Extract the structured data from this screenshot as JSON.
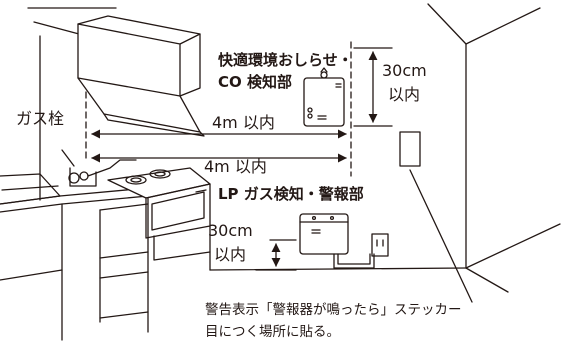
{
  "labels": {
    "sensor_top_line1": "快適環境おしらせ・",
    "sensor_top_line2": "CO 検知部",
    "top_height": "30cm",
    "top_height_suffix": "以内",
    "gas_cock": "ガス栓",
    "distance_upper": "4m 以内",
    "distance_lower": "4m 以内",
    "sensor_bottom": "LP ガス検知・警報部",
    "bottom_height": "30cm",
    "bottom_height_suffix": "以内",
    "caption_line1": "警告表示「警報器が鳴ったら」ステッカー",
    "caption_line2": "目につく場所に貼る。"
  },
  "colors": {
    "line": "#231815",
    "background": "#ffffff"
  }
}
